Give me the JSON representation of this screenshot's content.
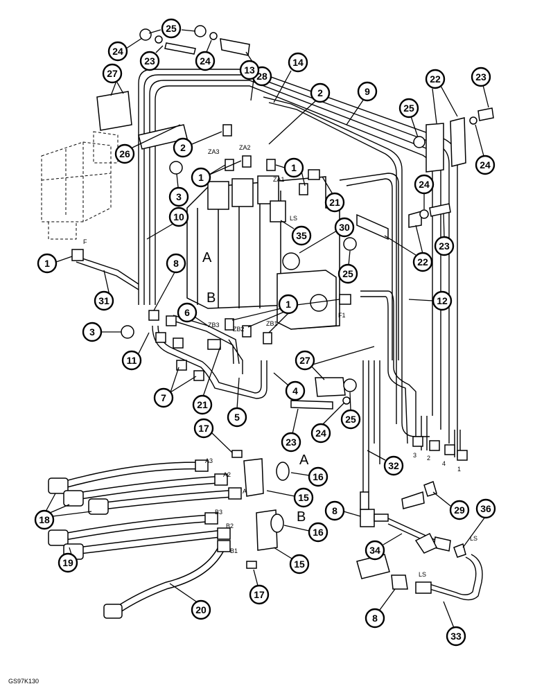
{
  "figure_code": "GS97K130",
  "ports": {
    "za1": "ZA1",
    "za2": "ZA2",
    "za3": "ZA3",
    "zb1": "ZB1",
    "zb2": "ZB2",
    "zb3": "ZB3",
    "ls_valve": "LS",
    "ls_tee": "LS",
    "ls_pipe": "LS",
    "f": "F",
    "f1": "F1",
    "a1": "A1",
    "a2": "A2",
    "a3": "A3",
    "b1": "B1",
    "b2": "B2",
    "b3": "B3",
    "section_a": "A",
    "section_b": "B",
    "valve_a": "A",
    "valve_b": "B",
    "pipe_end_labels": [
      "3",
      "2",
      "4",
      "1"
    ]
  },
  "callouts": {
    "c25a": "25",
    "c24a": "24",
    "c23a": "23",
    "c24b": "24",
    "c28": "28",
    "c27a": "27",
    "c13": "13",
    "c14": "14",
    "c2a": "2",
    "c9": "9",
    "c22a": "22",
    "c23b": "23",
    "c25b": "25",
    "c24c": "24",
    "c26": "26",
    "c2b": "2",
    "c1a": "1",
    "c1b": "1",
    "c3a": "3",
    "c21a": "21",
    "c24d": "24",
    "c10": "10",
    "c30": "30",
    "c35": "35",
    "c23c": "23",
    "c22b": "22",
    "c1c": "1",
    "c8a": "8",
    "c31": "31",
    "c25c": "25",
    "c1d": "1",
    "c12": "12",
    "c6": "6",
    "c3b": "3",
    "c11": "11",
    "c7": "7",
    "c21b": "21",
    "c5": "5",
    "c4": "4",
    "c27b": "27",
    "c25d": "25",
    "c23d": "23",
    "c24e": "24",
    "c17a": "17",
    "c32": "32",
    "c16a": "16",
    "c15a": "15",
    "c18": "18",
    "c29": "29",
    "c8b": "8",
    "c36": "36",
    "c16b": "16",
    "c34": "34",
    "c19": "19",
    "c15b": "15",
    "c17b": "17",
    "c20": "20",
    "c8c": "8",
    "c33": "33"
  },
  "colors": {
    "line": "#000000",
    "background": "#ffffff"
  }
}
